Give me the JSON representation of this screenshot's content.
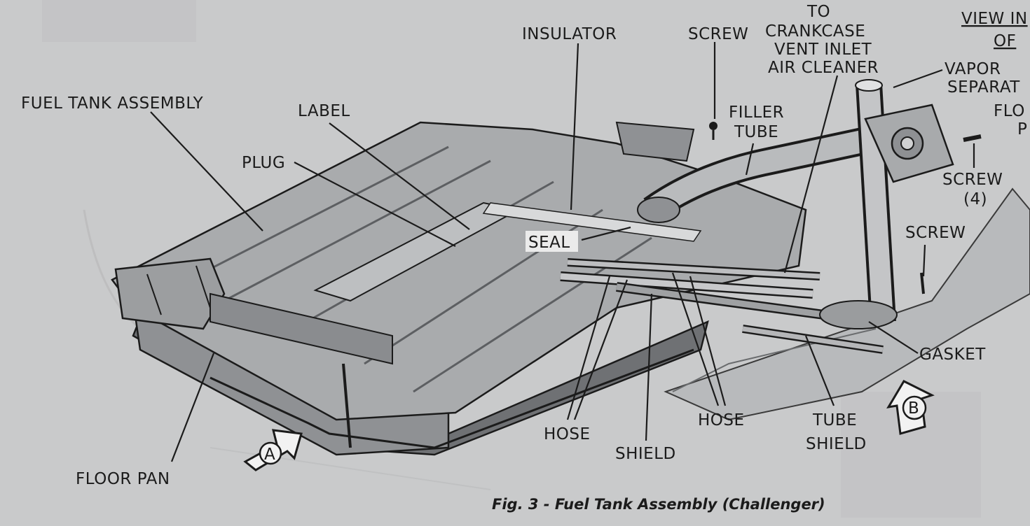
{
  "labels": {
    "fuel_tank_assembly": "FUEL TANK ASSEMBLY",
    "label": "LABEL",
    "plug": "PLUG",
    "insulator": "INSULATOR",
    "screw_top": "SCREW",
    "to_crankcase_1": "TO",
    "to_crankcase_2": "CRANKCASE",
    "to_crankcase_3": "VENT INLET",
    "to_crankcase_4": "AIR CLEANER",
    "view_in_1": "VIEW IN",
    "view_in_2": "OF",
    "vapor_1": "VAPOR",
    "vapor_2": "SEPARAT",
    "flo_1": "FLO",
    "flo_2": "P",
    "filler_1": "FILLER",
    "filler_2": "TUBE",
    "screw4_1": "SCREW",
    "screw4_2": "(4)",
    "screw_right": "SCREW",
    "seal": "SEAL",
    "gasket": "GASKET",
    "hose_left": "HOSE",
    "hose_right": "HOSE",
    "shield": "SHIELD",
    "tube_1": "TUBE",
    "tube_2": "SHIELD",
    "floor_pan": "FLOOR PAN",
    "marker_a": "A",
    "marker_b": "B"
  },
  "caption": "Fig. 3 - Fuel Tank Assembly (Challenger)",
  "colors": {
    "paper": "#c9cacb",
    "ink": "#1b1b1b",
    "tank_light": "#a9abad",
    "tank_mid": "#8f9194",
    "tank_dark": "#6f7174"
  }
}
